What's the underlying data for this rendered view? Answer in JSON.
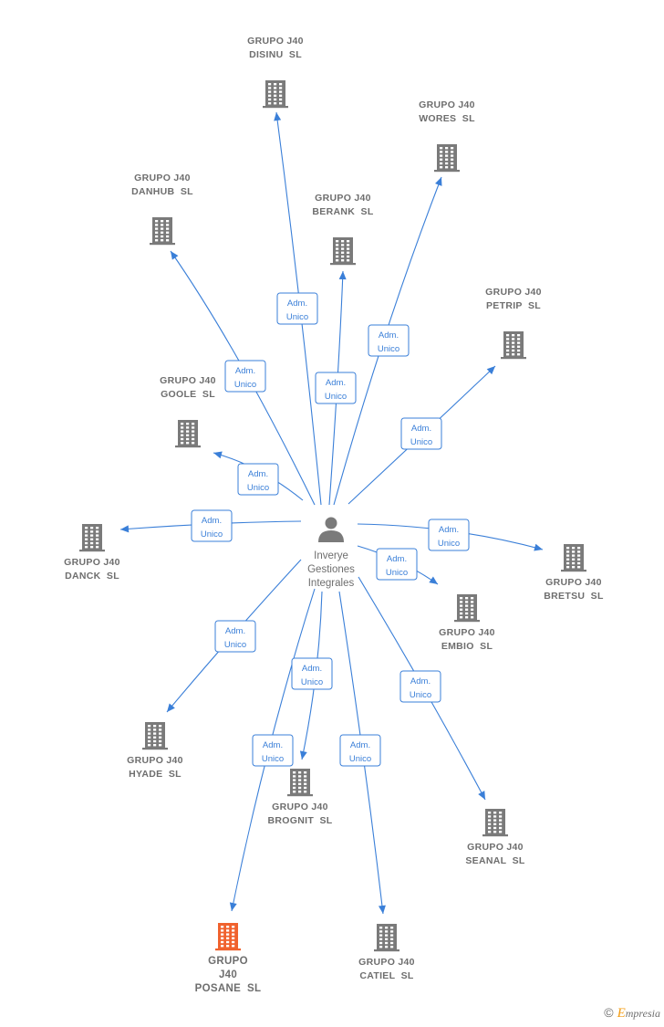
{
  "center": {
    "lines": [
      "Inverye",
      "Gestiones",
      "Integrales"
    ]
  },
  "edge_label": [
    "Adm.",
    "Unico"
  ],
  "colors": {
    "edge": "#3a7fd8",
    "building": "#7a7a7a",
    "highlight": "#f0622e",
    "person": "#7a7a7a"
  },
  "icons": {
    "company": "building-icon",
    "person": "person-icon"
  },
  "nodes": [
    {
      "id": "disinu",
      "lines": [
        "GRUPO J40",
        "DISINU  SL"
      ]
    },
    {
      "id": "wores",
      "lines": [
        "GRUPO J40",
        "WORES  SL"
      ]
    },
    {
      "id": "danhub",
      "lines": [
        "GRUPO J40",
        "DANHUB  SL"
      ]
    },
    {
      "id": "berank",
      "lines": [
        "GRUPO J40",
        "BERANK  SL"
      ]
    },
    {
      "id": "petrip",
      "lines": [
        "GRUPO J40",
        "PETRIP  SL"
      ]
    },
    {
      "id": "goole",
      "lines": [
        "GRUPO J40",
        "GOOLE  SL"
      ]
    },
    {
      "id": "danck",
      "lines": [
        "GRUPO J40",
        "DANCK  SL"
      ]
    },
    {
      "id": "bretsu",
      "lines": [
        "GRUPO J40",
        "BRETSU  SL"
      ]
    },
    {
      "id": "embio",
      "lines": [
        "GRUPO J40",
        "EMBIO  SL"
      ]
    },
    {
      "id": "hyade",
      "lines": [
        "GRUPO J40",
        "HYADE  SL"
      ]
    },
    {
      "id": "brognit",
      "lines": [
        "GRUPO J40",
        "BROGNIT  SL"
      ]
    },
    {
      "id": "seanal",
      "lines": [
        "GRUPO J40",
        "SEANAL  SL"
      ]
    },
    {
      "id": "posane",
      "lines": [
        "GRUPO",
        "J40",
        "POSANE  SL"
      ],
      "highlight": true
    },
    {
      "id": "catiel",
      "lines": [
        "GRUPO J40",
        "CATIEL  SL"
      ]
    }
  ],
  "footer": {
    "symbol": "©",
    "brand_initial": "E",
    "brand_rest": "mpresia"
  }
}
